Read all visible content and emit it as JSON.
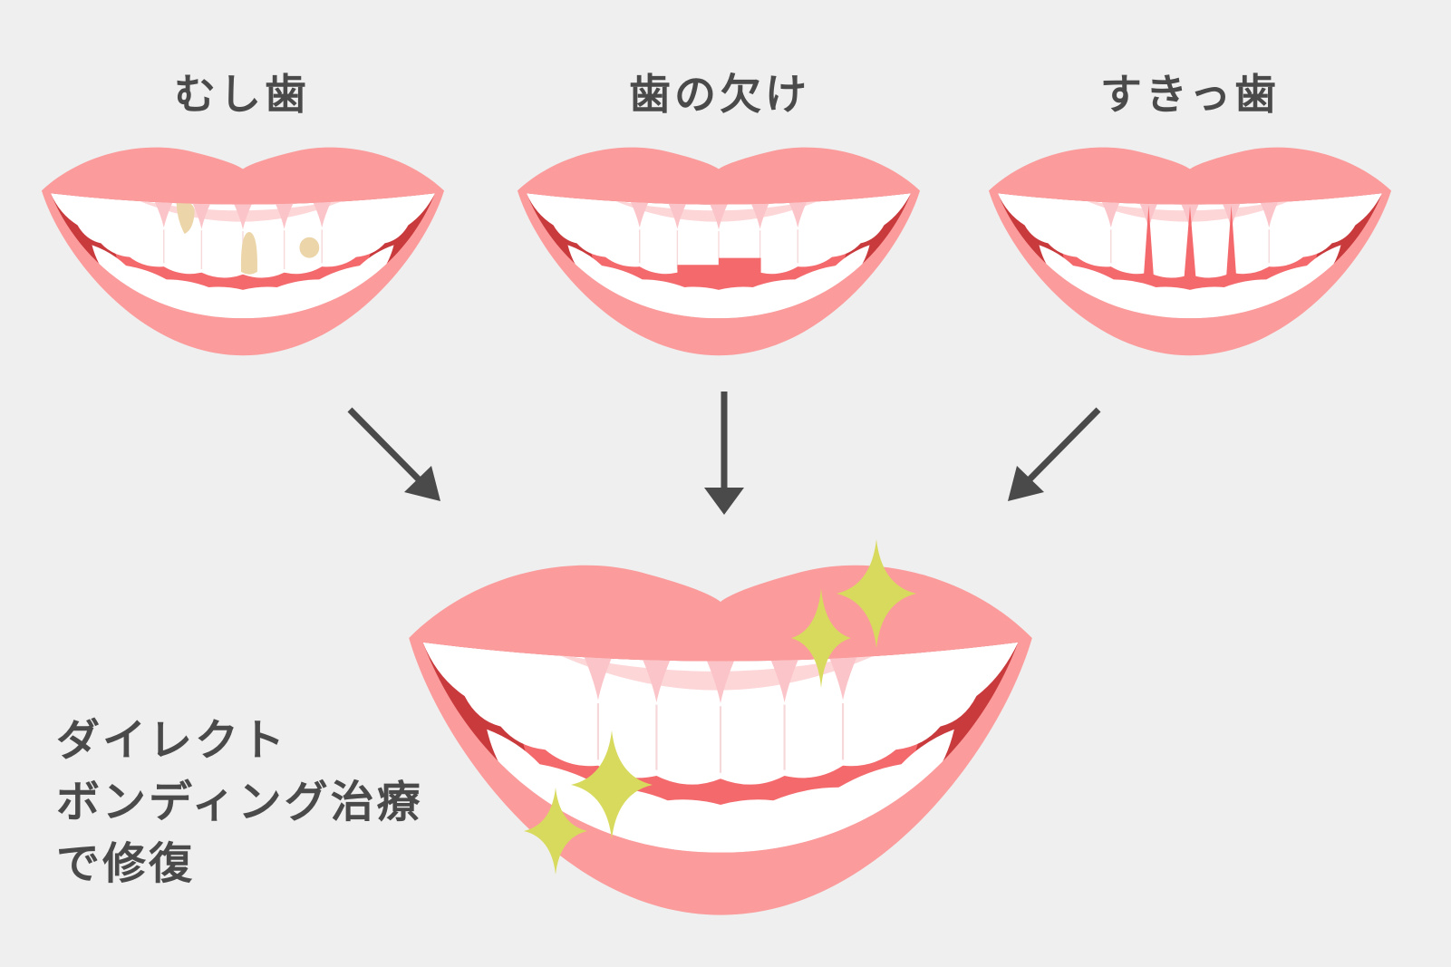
{
  "figure": {
    "problems": [
      {
        "label": "むし歯",
        "variant": "cavity"
      },
      {
        "label": "歯の欠け",
        "variant": "chipped"
      },
      {
        "label": "すきっ歯",
        "variant": "gapped"
      }
    ],
    "result": {
      "caption_lines": [
        "ダイレクト",
        "ボンディング治療",
        "で修復"
      ],
      "variant": "restored"
    }
  },
  "icons": {
    "arrow": "arrow-down-icon",
    "sparkle": "sparkle-icon"
  },
  "colors": {
    "background": "#efefef",
    "text": "#4a4a4a",
    "arrow": "#4a4a4a",
    "lip": "#fb9b9b",
    "mouth_dark_red": "#c93a3d",
    "mouth_inner_red": "#f4696c",
    "gum_light": "#fdd6d8",
    "gum_shadow": "#fbc4c8",
    "teeth": "#ffffff",
    "tooth_seam": "#f6d8da",
    "cavity_spot": "#ecd5a8",
    "sparkle": "#d8da5e"
  }
}
